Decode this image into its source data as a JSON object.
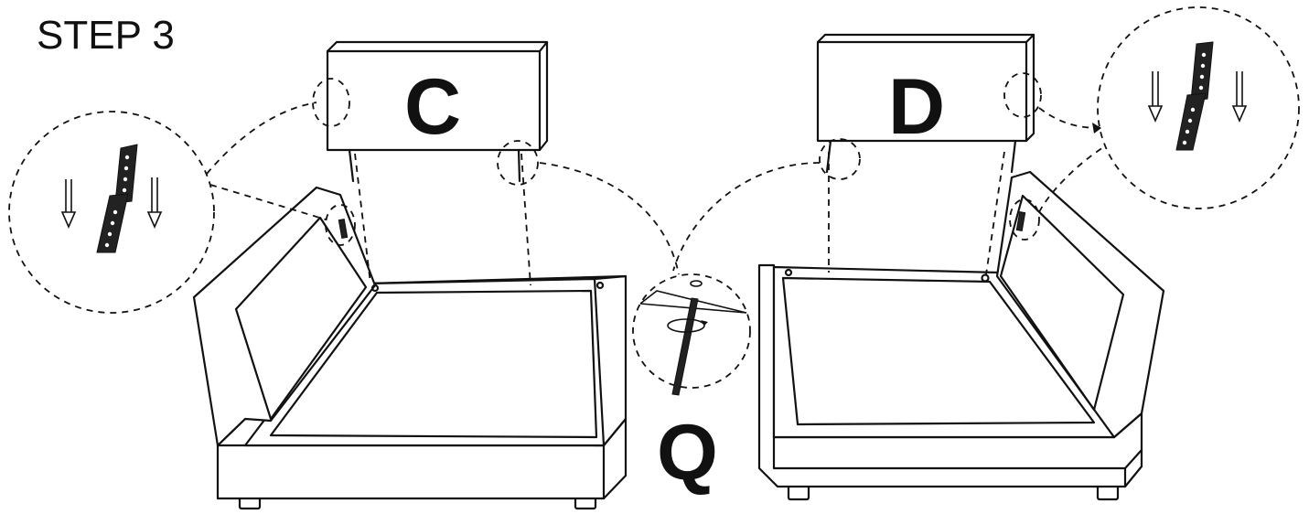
{
  "step_title": "STEP 3",
  "parts": {
    "backrest_left_label": "C",
    "backrest_right_label": "D",
    "bolt_label": "Q"
  },
  "colors": {
    "line": "#111111",
    "background": "#ffffff",
    "part_fill": "#222222"
  },
  "icons": [
    "down-arrow-icon",
    "bracket-icon",
    "bolt-icon",
    "rotation-arrow-icon"
  ]
}
